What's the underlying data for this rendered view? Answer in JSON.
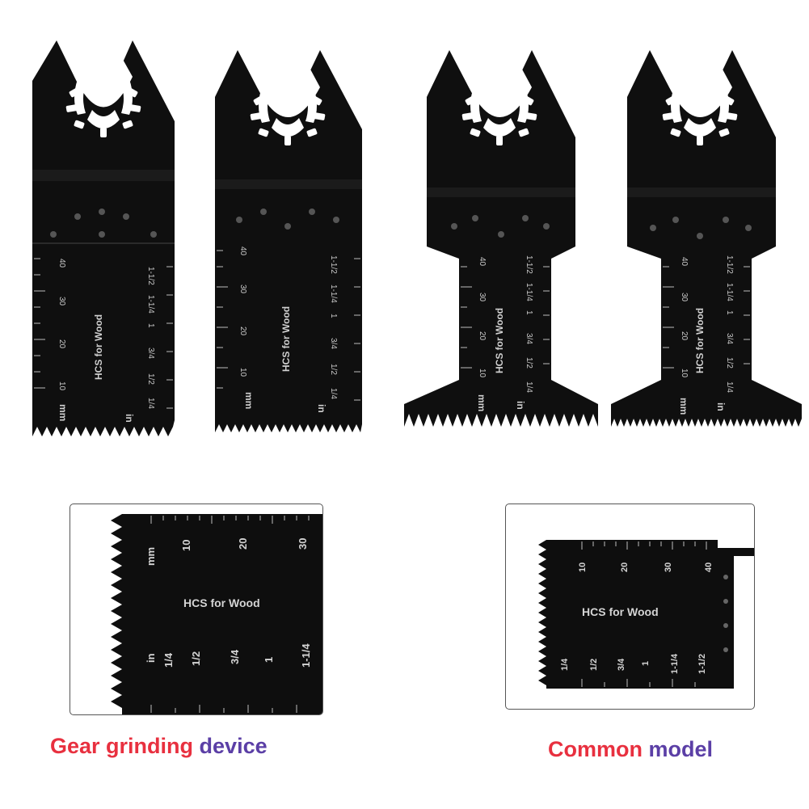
{
  "blade_marking": {
    "brand_text": "HCS for Wood",
    "mm_unit": "mm",
    "in_unit": "in",
    "mm_labels": [
      "10",
      "20",
      "30",
      "40"
    ],
    "inch_labels": [
      "1/4",
      "1/2",
      "3/4",
      "1",
      "1-1/4",
      "1-1/2"
    ]
  },
  "captions": {
    "gear_grinding": {
      "word1": "Gear grinding",
      "word2": "device"
    },
    "common_model": {
      "word1": "Common",
      "word2": "model"
    }
  },
  "colors": {
    "blade": "#0d0d0d",
    "caption_red": "#e8303f",
    "caption_purple": "#5b3fa6",
    "panel_border": "#555555"
  }
}
